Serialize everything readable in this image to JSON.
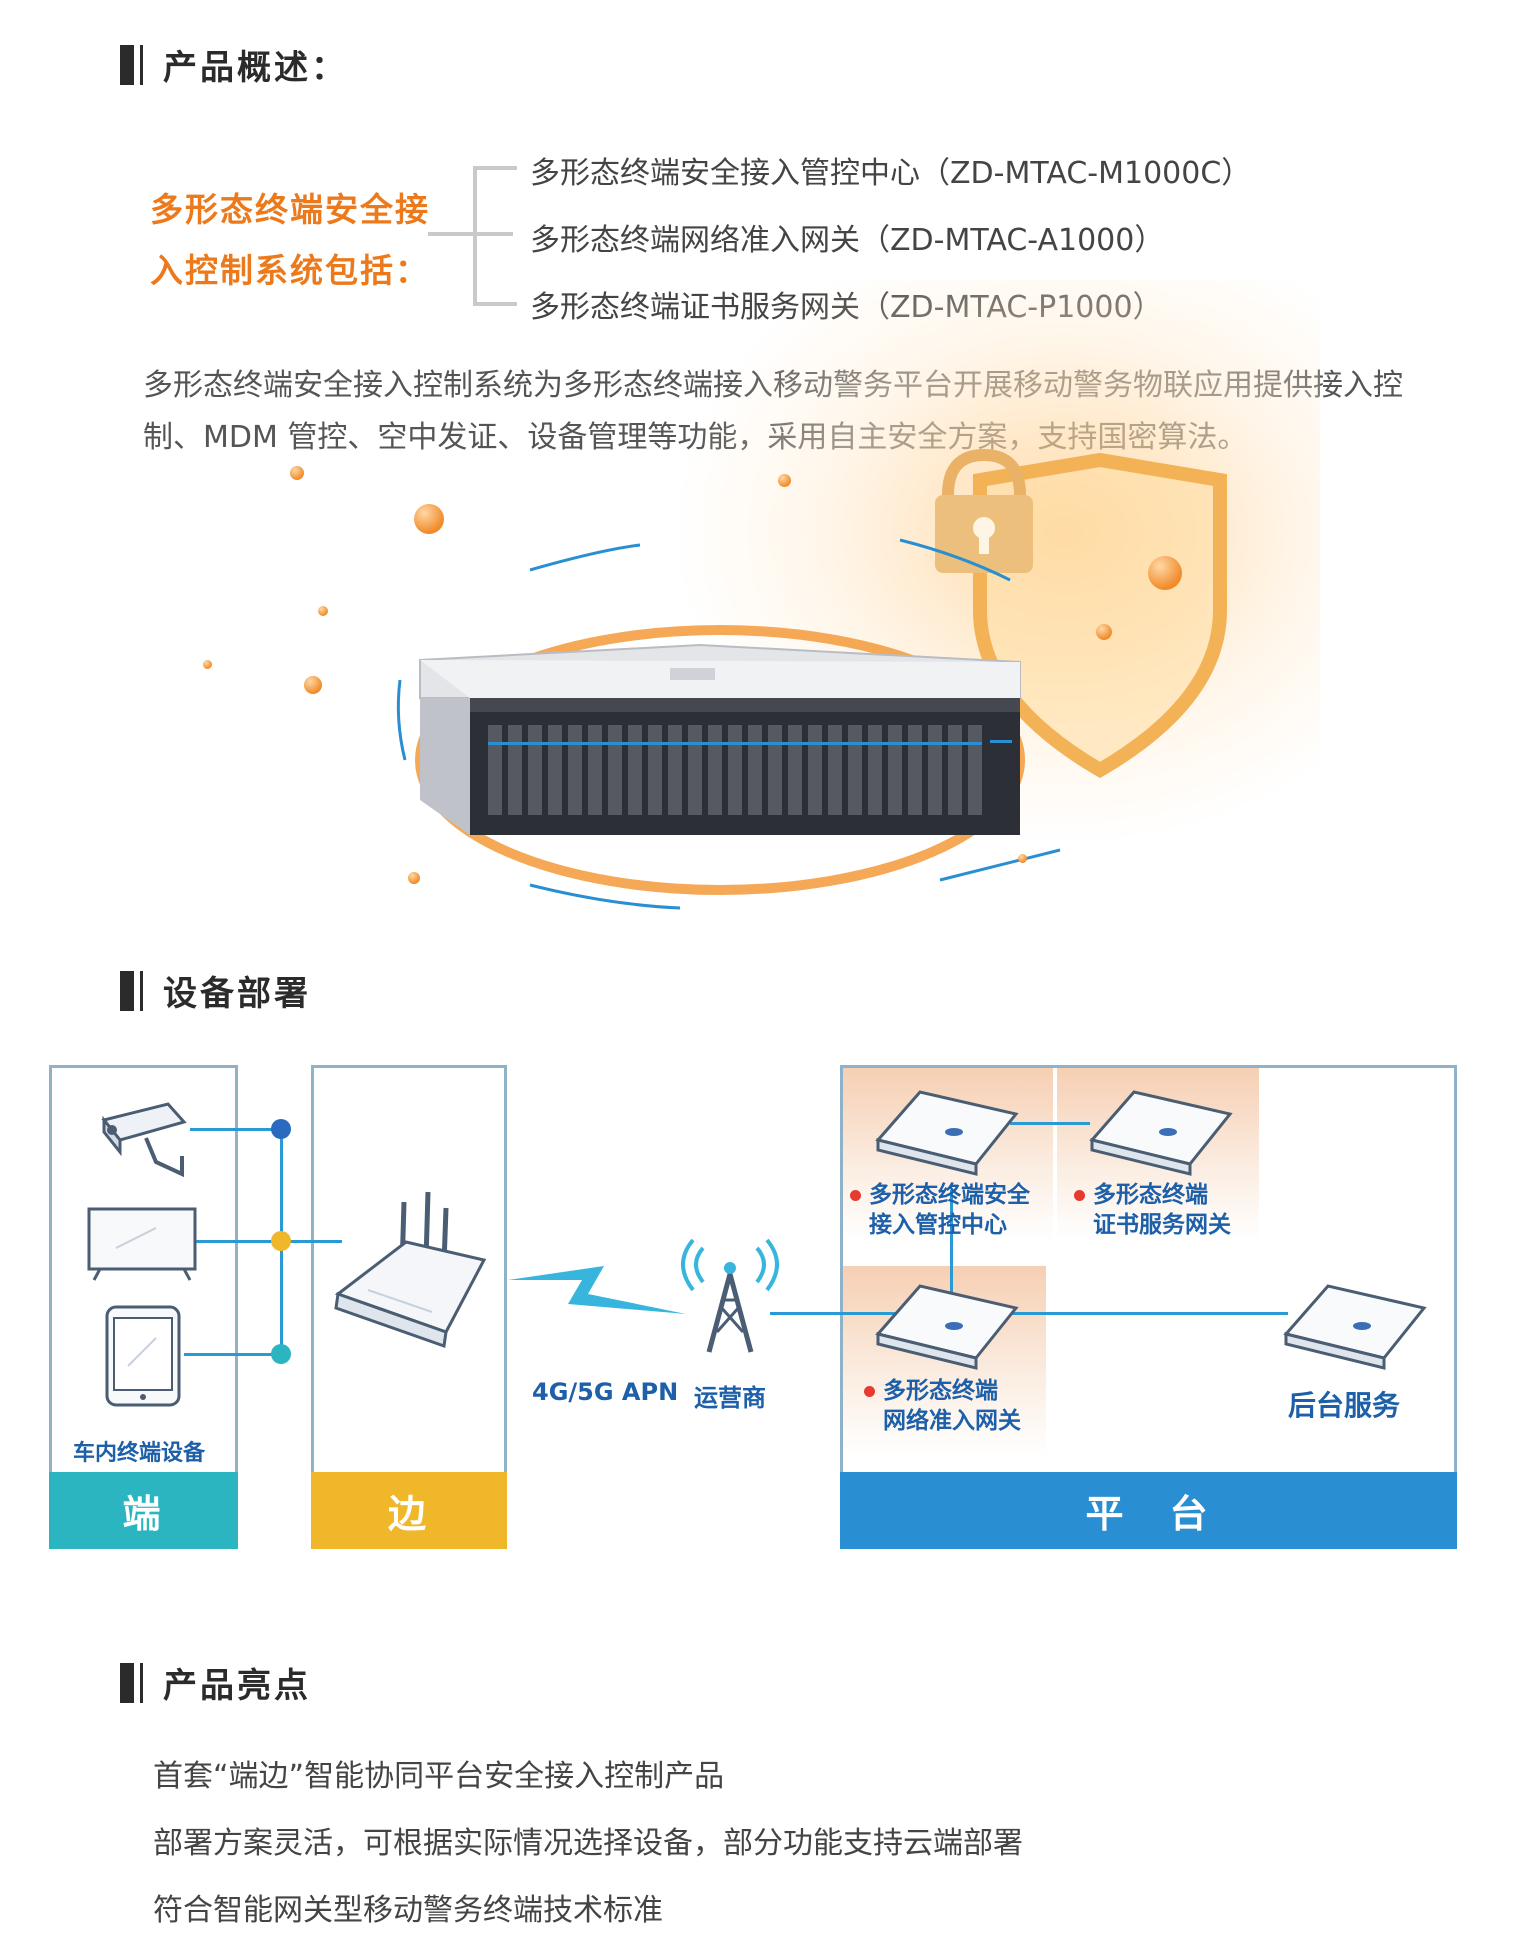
{
  "overview": {
    "section_title": "产品概述：",
    "system_title_line1": "多形态终端安全接",
    "system_title_line2": "入控制系统包括：",
    "components": [
      "多形态终端安全接入管控中心（ZD-MTAC-M1000C）",
      "多形态终端网络准入网关（ZD-MTAC-A1000）",
      "多形态终端证书服务网关（ZD-MTAC-P1000）"
    ],
    "description": "多形态终端安全接入控制系统为多形态终端接入移动警务平台开展移动警务物联应用提供接入控制、MDM 管控、空中发证、设备管理等功能，采用自主安全方案，支持国密算法。"
  },
  "deployment": {
    "section_title": "设备部署",
    "terminal_label": "车内终端设备",
    "band_terminal": "端",
    "band_edge": "边",
    "band_platform": "平　台",
    "link_label": "4G/5G APN",
    "carrier_label": "运营商",
    "node_mgmt_line1": "多形态终端安全",
    "node_mgmt_line2": "接入管控中心",
    "node_cert_line1": "多形态终端",
    "node_cert_line2": "证书服务网关",
    "node_access_line1": "多形态终端",
    "node_access_line2": "网络准入网关",
    "backend_label": "后台服务",
    "colors": {
      "terminal": "#2bb5c0",
      "edge": "#f0b72a",
      "platform": "#2a8fd2",
      "line": "#2a9ad6"
    }
  },
  "highlights": {
    "section_title": "产品亮点",
    "items": [
      "首套“端边”智能协同平台安全接入控制产品",
      "部署方案灵活，可根据实际情况选择设备，部分功能支持云端部署",
      "符合智能网关型移动警务终端技术标准"
    ]
  }
}
